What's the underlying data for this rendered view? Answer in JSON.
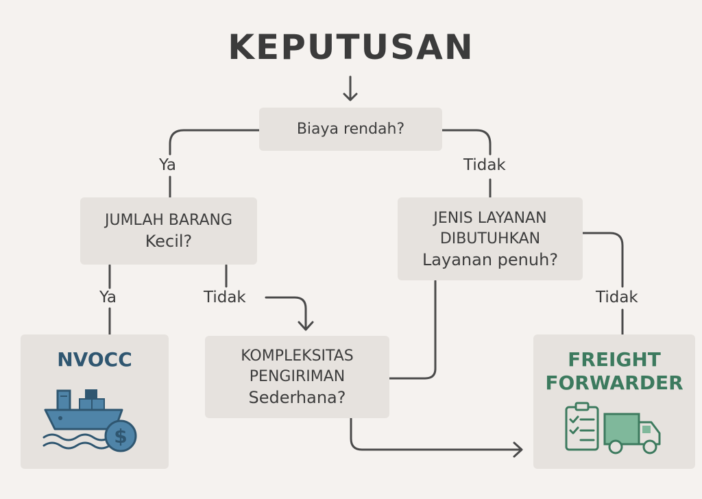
{
  "title": "KEPUTUSAN",
  "nodes": {
    "q1": "Biaya rendah?",
    "q2_line1": "JUMLAH BARANG",
    "q2_line2": "Kecil?",
    "q3_line1": "JENIS LAYANAN",
    "q3_line2": "DIBUTUHKAN",
    "q3_line3": "Layanan penuh?",
    "q4_line1": "KOMPLEKSITAS",
    "q4_line2": "PENGIRIMAN",
    "q4_line3": "Sederhana?",
    "out_nvocc": "NVOCC",
    "out_ff_line1": "FREIGHT",
    "out_ff_line2": "FORWARDER"
  },
  "labels": {
    "ya_left": "Ya",
    "tidak_right": "Tidak",
    "ya_lower": "Ya",
    "tidak_mid": "Tidak",
    "tidak_far_right": "Tidak"
  },
  "colors": {
    "line": "#4a4a4a",
    "box": "#e6e2de",
    "background": "#f5f2ef",
    "nvocc_blue": "#2f5670",
    "ship_blue": "#4f84a8",
    "ff_green": "#3c7a5e",
    "truck_green": "#7fb89b"
  },
  "icons": {
    "nvocc": "cargo-ship-with-dollar-coin-icon",
    "freight_forwarder": "clipboard-checklist-and-truck-icon"
  }
}
